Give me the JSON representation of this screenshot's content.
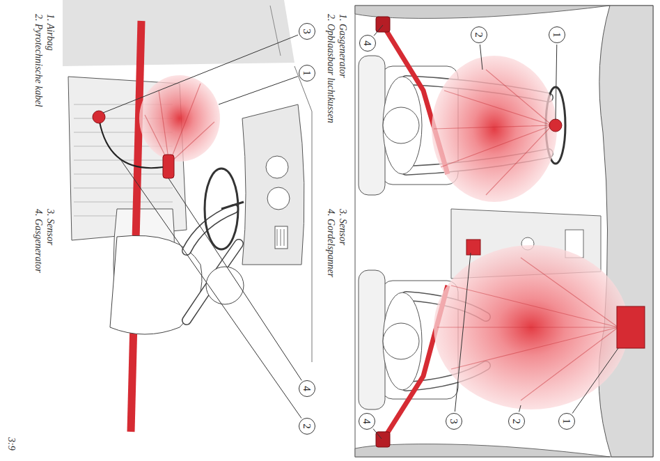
{
  "diagram": {
    "nodes": [
      {
        "text": [
          "1"
        ]
      },
      {
        "text": [
          "2"
        ]
      },
      {
        "text": [
          "4"
        ]
      },
      {
        "text": [
          "1"
        ]
      },
      {
        "text": [
          "2"
        ]
      },
      {
        "text": [
          "3"
        ]
      },
      {
        "text": [
          "4"
        ]
      },
      {
        "text": [
          "3"
        ]
      },
      {
        "text": [
          "1"
        ]
      },
      {
        "text": [
          "4"
        ]
      },
      {
        "text": [
          "2"
        ]
      }
    ],
    "labels": [
      "1. Gasgenerator",
      "2. Opblaasbaar luchtkussen",
      "3. Sensor",
      "4. Gordelspanner",
      "1. Airbag",
      "2. Pyrotechnische kabel",
      "3. Sensor",
      "4. Gasgenerator",
      "3:9"
    ]
  }
}
